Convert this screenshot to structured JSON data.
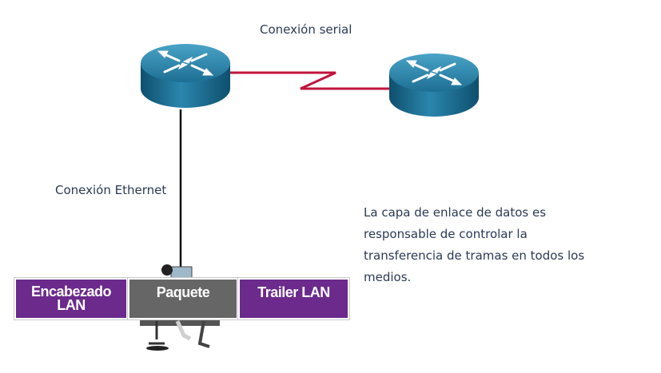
{
  "labels": {
    "serial_connection": "Conexión serial",
    "ethernet_connection": "Conexión Ethernet"
  },
  "description": "La capa de enlace de datos es responsable de controlar la transferencia de tramas en todos los medios.",
  "frame": {
    "header": "Encabezado LAN",
    "packet": "Paquete",
    "trailer": "Trailer LAN"
  },
  "colors": {
    "router_body": "#1b6d90",
    "serial_link": "#c0143c",
    "frame_purple": "#6b2a8c",
    "frame_gray": "#666666",
    "text": "#2b3a55"
  },
  "icons": [
    "router-icon",
    "router-icon",
    "workstation-icon"
  ]
}
